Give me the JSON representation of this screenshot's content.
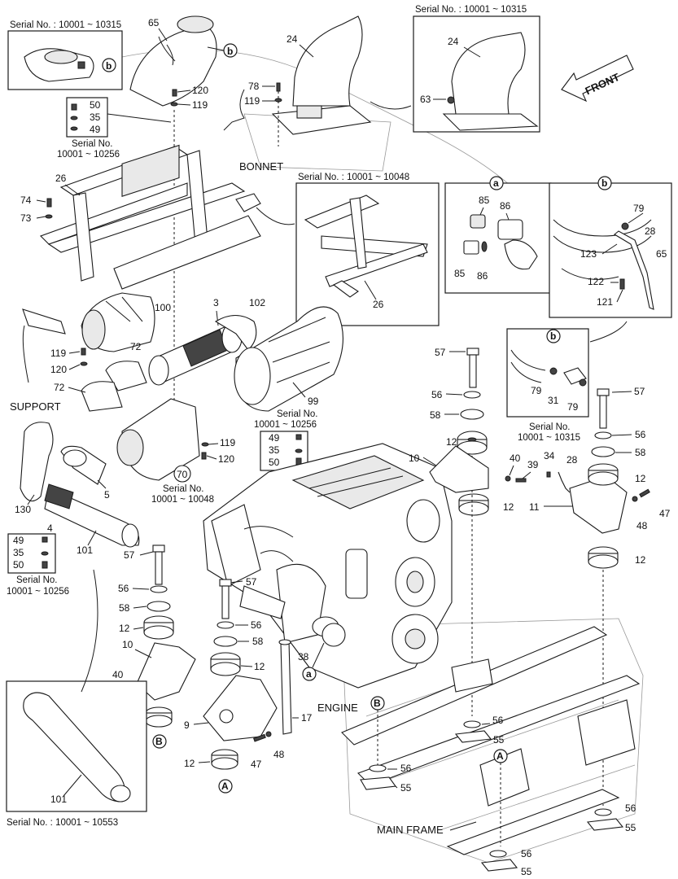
{
  "serial_captions": {
    "top_left": "Serial No. : 10001 ~ 10315",
    "top_right": "Serial No. : 10001 ~ 10315",
    "bonnet_box": "Serial No. : 10001 ~ 10048",
    "bracket_left_line1": "Serial No.",
    "bracket_left_line2": "10001 ~ 10256",
    "detail_b_line1": "Serial No.",
    "detail_b_line2": "10001 ~ 10315",
    "engine_stack_line1": "Serial No.",
    "engine_stack_line2": "10001 ~ 10256",
    "clamp_70_line1": "Serial No.",
    "clamp_70_line2": "10001 ~ 10048",
    "left_stack_line1": "Serial No.",
    "left_stack_line2": "10001 ~ 10256",
    "bottom_box": "Serial No. : 10001 ~ 10553"
  },
  "section_labels": {
    "bonnet": "BONNET",
    "support": "SUPPORT",
    "engine": "ENGINE",
    "main_frame": "MAIN FRAME",
    "front": "FRONT"
  },
  "callouts": {
    "a": "a",
    "b": "b",
    "A": "A",
    "B": "B"
  },
  "parts": {
    "p3": "3",
    "p4": "4",
    "p5": "5",
    "p9": "9",
    "p10": "10",
    "p11": "11",
    "p12": "12",
    "p17": "17",
    "p24": "24",
    "p26": "26",
    "p28": "28",
    "p31": "31",
    "p34": "34",
    "p35": "35",
    "p38": "38",
    "p39": "39",
    "p40": "40",
    "p47": "47",
    "p48": "48",
    "p49": "49",
    "p50": "50",
    "p55": "55",
    "p56": "56",
    "p57": "57",
    "p58": "58",
    "p63": "63",
    "p65": "65",
    "p70": "70",
    "p72": "72",
    "p73": "73",
    "p74": "74",
    "p78": "78",
    "p79": "79",
    "p85": "85",
    "p86": "86",
    "p99": "99",
    "p100": "100",
    "p101": "101",
    "p102": "102",
    "p119": "119",
    "p120": "120",
    "p121": "121",
    "p122": "122",
    "p123": "123",
    "p130": "130"
  },
  "colors": {
    "line": "#1a1a1a",
    "background": "#ffffff",
    "light_fill": "#e9e9e9"
  }
}
